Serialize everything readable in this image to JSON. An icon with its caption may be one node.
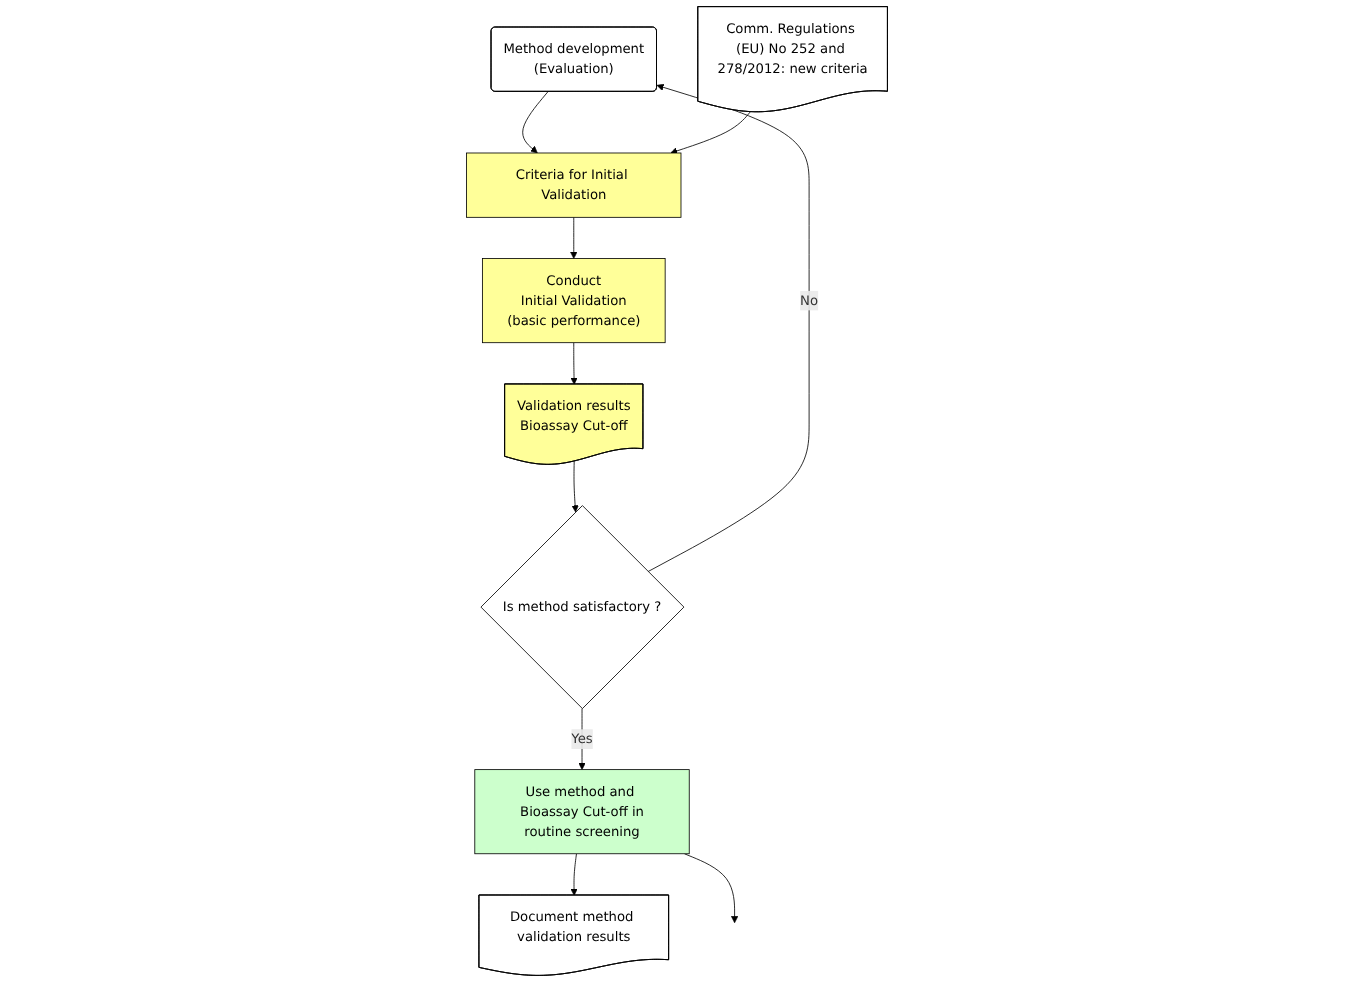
{
  "diagram": {
    "nodes": [
      {
        "text": [
          "Method development",
          "(Evaluation)"
        ]
      },
      {
        "text": [
          "Criteria for Initial Validation"
        ]
      },
      {
        "text": [
          "Comm. Regulations (EU) No 252 and 278/2012: new criteria"
        ]
      },
      {
        "text": [
          "Conduct",
          "Initial Validation",
          "(basic performance)"
        ]
      },
      {
        "text": [
          "Validation results",
          "Bioassay Cut-off"
        ]
      },
      {
        "text": [
          "Is method satisfactory ?"
        ]
      },
      {
        "text": [
          "Use method and Bioassay Cut-off in",
          "routine screening"
        ]
      },
      {
        "text": [
          "Document method validation results"
        ]
      }
    ],
    "edges": [
      {
        "from": 0,
        "to": 1,
        "arrow": "to"
      },
      {
        "from": 2,
        "to": 1,
        "arrow": "to"
      },
      {
        "from": 1,
        "to": 3,
        "arrow": "to"
      },
      {
        "from": 3,
        "to": 4,
        "arrow": "to"
      },
      {
        "from": 4,
        "to": 5,
        "arrow": "to"
      },
      {
        "from": 5,
        "to": 6,
        "label": "Yes",
        "arrow": "to"
      },
      {
        "from": 5,
        "to": 0,
        "label": "No",
        "arrow": "to"
      },
      {
        "from": 6,
        "to": 7,
        "arrow": "to"
      },
      {
        "from": 6,
        "to": null,
        "arrow": "to"
      }
    ]
  }
}
